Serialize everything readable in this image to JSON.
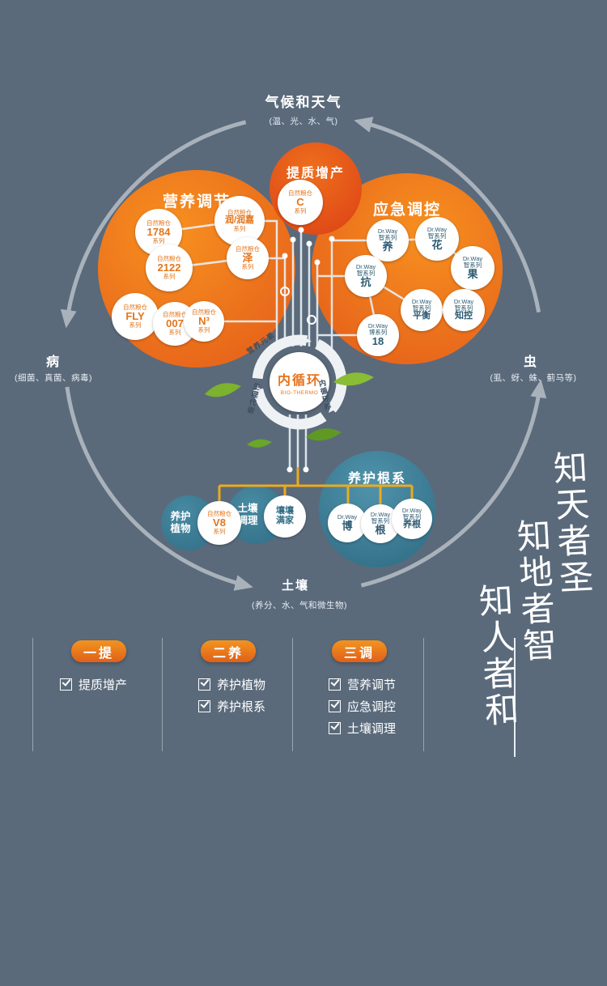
{
  "cycle": {
    "top": {
      "title": "气候和天气",
      "subtitle": "(温、光、水、气)"
    },
    "left": {
      "title": "病",
      "subtitle": "(细菌、真菌、病毒)"
    },
    "right": {
      "title": "虫",
      "subtitle": "(虱、蚜、蛛、蓟马等)"
    },
    "bottom": {
      "title": "土壤",
      "subtitle": "(养分、水、气和微生物)"
    }
  },
  "hub": {
    "title": "内循环",
    "subtitle": "BIO-THERMO",
    "ring": [
      "营养元素",
      "生理代谢",
      "内循环养"
    ]
  },
  "clusters": {
    "tizhi": {
      "title": "提质增产",
      "items": [
        {
          "top": "自然粮仓",
          "main": "C",
          "bottom": "系列"
        }
      ]
    },
    "yingyang": {
      "title": "营养调节",
      "items": [
        {
          "top": "自然粮仓",
          "main": "1784",
          "bottom": "系列"
        },
        {
          "top": "自然粮仓",
          "main": "润/润嘉",
          "bottom": "系列"
        },
        {
          "top": "自然粮仓",
          "main": "2122",
          "bottom": "系列"
        },
        {
          "top": "自然粮仓",
          "main": "泽",
          "bottom": "系列"
        },
        {
          "top": "自然粮仓",
          "main": "FLY",
          "bottom": "系列"
        },
        {
          "top": "自然粮仓",
          "main": "007",
          "bottom": "系列"
        },
        {
          "top": "自然粮仓",
          "main": "N³",
          "bottom": "系列"
        }
      ]
    },
    "yingji": {
      "title": "应急调控",
      "items": [
        {
          "top": "Dr.Way\n智系列",
          "main": "养",
          "bottom": ""
        },
        {
          "top": "Dr.Way\n智系列",
          "main": "花",
          "bottom": ""
        },
        {
          "top": "Dr.Way\n智系列",
          "main": "抗",
          "bottom": ""
        },
        {
          "top": "Dr.Way\n智系列",
          "main": "果",
          "bottom": ""
        },
        {
          "top": "Dr.Way\n智系列",
          "main": "平衡",
          "bottom": ""
        },
        {
          "top": "Dr.Way\n智系列",
          "main": "知控",
          "bottom": ""
        },
        {
          "top": "Dr.Way\n博系列",
          "main": "18",
          "bottom": ""
        }
      ]
    },
    "genxi": {
      "title": "养护根系",
      "items": [
        {
          "top": "Dr.Way",
          "main": "博",
          "bottom": ""
        },
        {
          "top": "Dr.Way\n智系列",
          "main": "根",
          "bottom": ""
        },
        {
          "top": "Dr.Way\n智系列",
          "main": "养根",
          "bottom": ""
        }
      ]
    },
    "zhiwu": {
      "title": "养护\n植物",
      "items": [
        {
          "top": "自然粮仓",
          "main": "V8",
          "bottom": "系列"
        }
      ]
    },
    "tiaoli": {
      "title": "土壤\n调理",
      "items": [
        {
          "top": "",
          "main": "壤壤\n满家",
          "bottom": ""
        }
      ]
    }
  },
  "legend": {
    "columns": [
      {
        "button": "一提",
        "items": [
          "提质增产"
        ]
      },
      {
        "button": "二养",
        "items": [
          "养护植物",
          "养护根系"
        ]
      },
      {
        "button": "三调",
        "items": [
          "营养调节",
          "应急调控",
          "土壤调理"
        ]
      }
    ]
  },
  "calligraphy": [
    "知天者圣",
    "知地者智",
    "知人者和"
  ]
}
